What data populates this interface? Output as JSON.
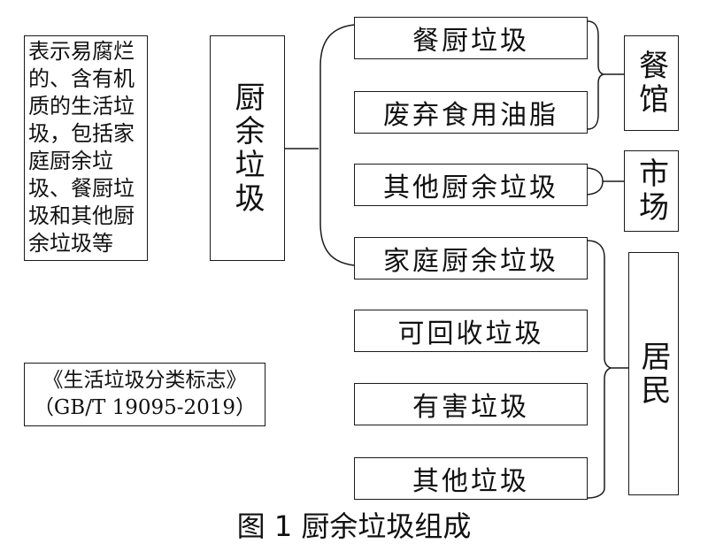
{
  "description": "表示易腐烂的、含有机质的生活垃圾，包括家庭厨余垃圾、餐厨垃圾和其他厨余垃圾等",
  "main_category": "厨余垃圾",
  "standard": {
    "title": "《生活垃圾分类标志》",
    "code": "（GB/T 19095-2019）"
  },
  "categories": [
    "餐厨垃圾",
    "废弃食用油脂",
    "其他厨余垃圾",
    "家庭厨余垃圾",
    "可回收垃圾",
    "有害垃圾",
    "其他垃圾"
  ],
  "sources": [
    "餐馆",
    "市场",
    "居民"
  ],
  "caption": "图 1  厨余垃圾组成"
}
